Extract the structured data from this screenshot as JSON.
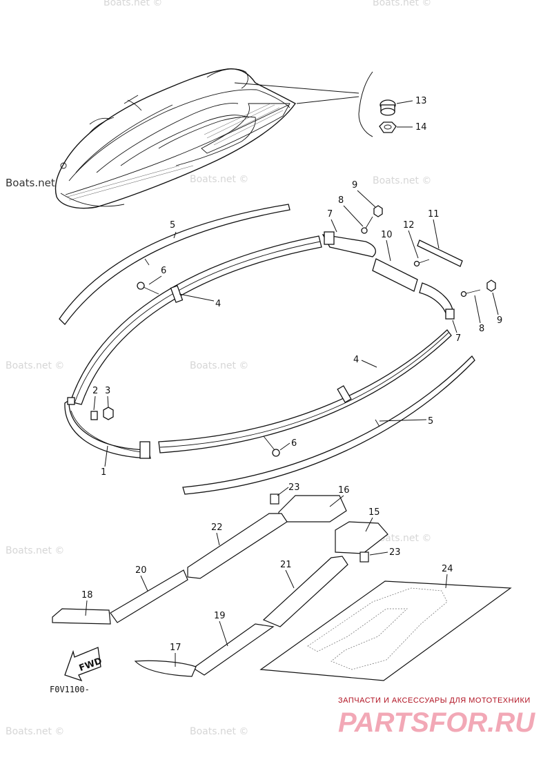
{
  "watermarks": [
    "Boats.net ©",
    "Boats.net",
    "Boats.net ©",
    "Boats.net ©",
    "Boats.net ©",
    "Boats.net ©",
    "Boats.net ©",
    "Boats.net ©",
    "Boats.net ©",
    "Boats.net ©",
    "Boats.net ©"
  ],
  "callouts": [
    "1",
    "2",
    "3",
    "4",
    "4",
    "5",
    "5",
    "6",
    "6",
    "7",
    "7",
    "8",
    "8",
    "9",
    "9",
    "10",
    "11",
    "12",
    "13",
    "14",
    "15",
    "16",
    "17",
    "18",
    "19",
    "20",
    "21",
    "22",
    "23",
    "23",
    "24"
  ],
  "fwd_label": "FWD",
  "diagram_code": "F0V1100-",
  "banner": {
    "tagline": "ЗАПЧАСТИ И АКСЕССУАРЫ ДЛЯ МОТОТЕХНИКИ",
    "logo": "PARTSFOR.RU",
    "logo_color": "#f2a8b6",
    "tagline_color": "#b01020"
  }
}
